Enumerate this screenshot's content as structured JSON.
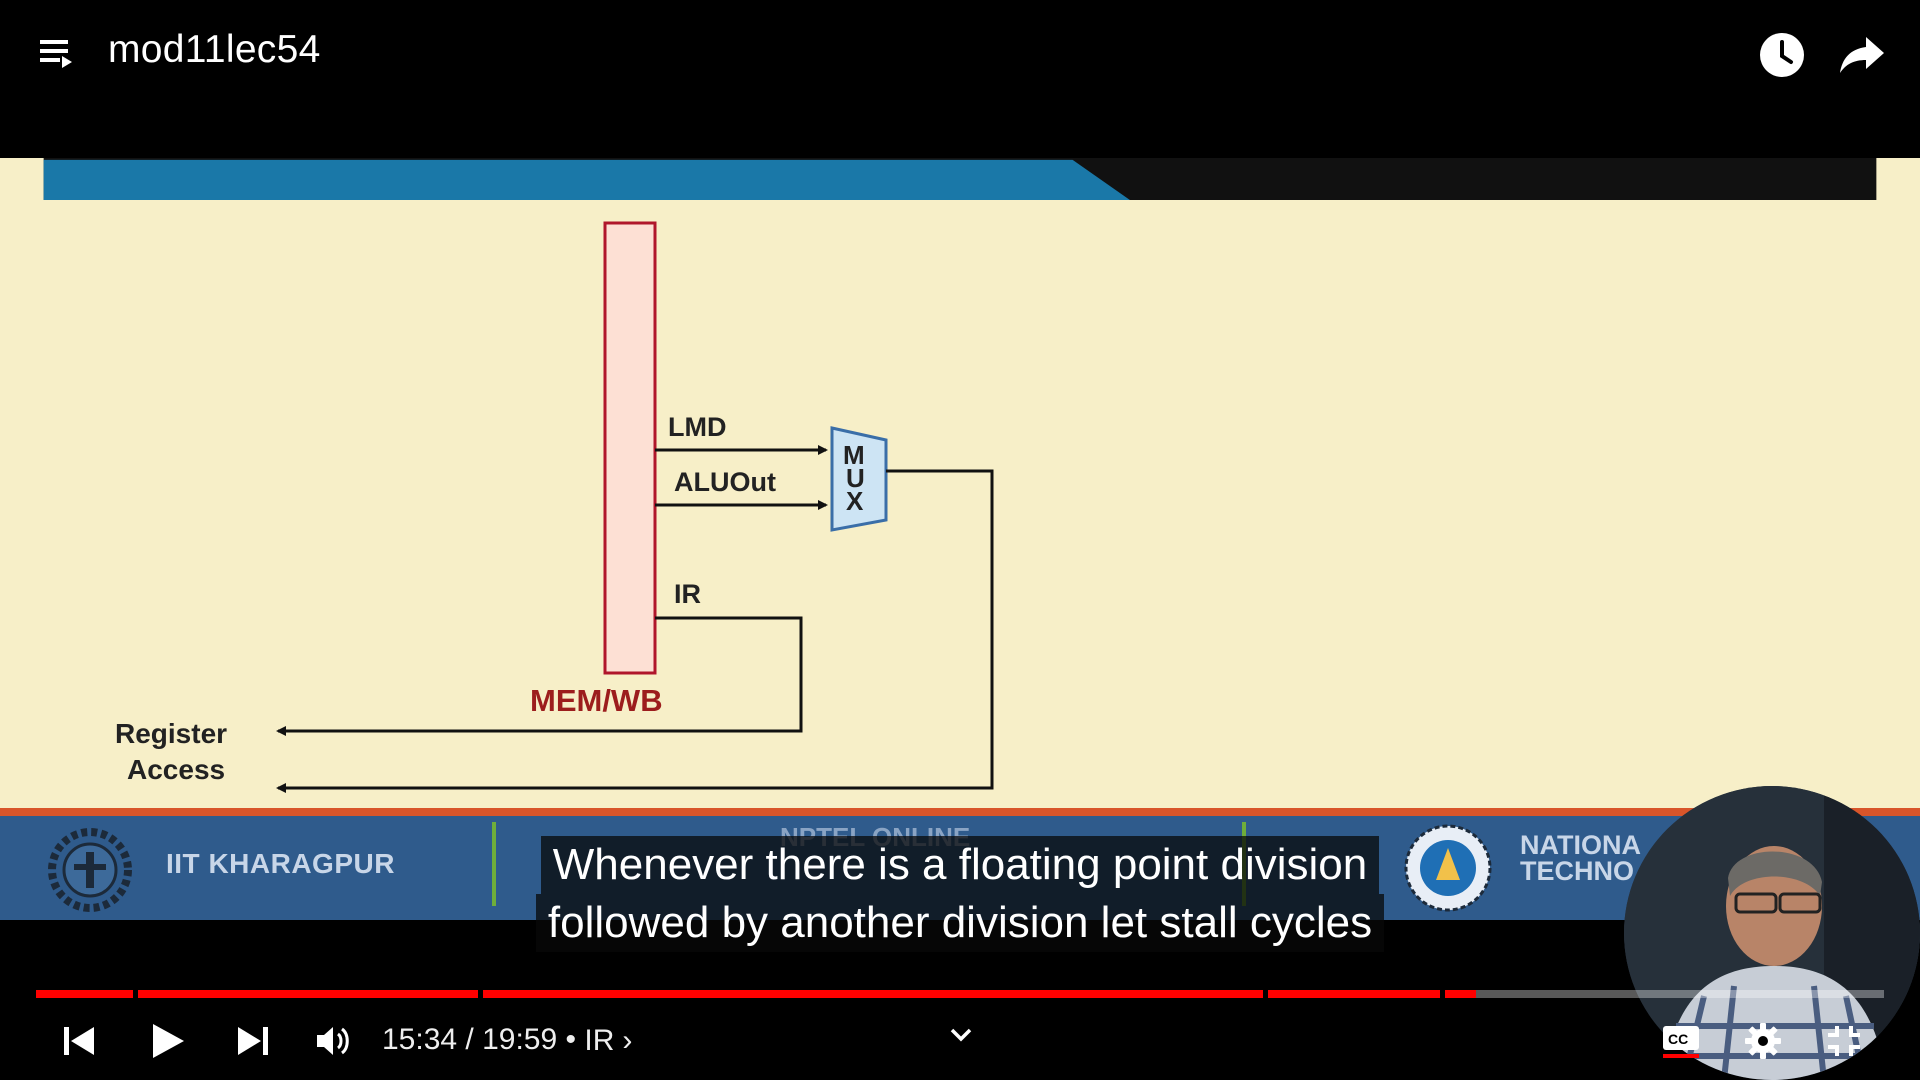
{
  "header": {
    "title": "mod11lec54"
  },
  "slide": {
    "labels": {
      "lmd": "LMD",
      "aluout": "ALUOut",
      "ir": "IR",
      "mux_m": "M",
      "mux_u": "U",
      "mux_x": "X",
      "mem_wb": "MEM/WB",
      "register": "Register",
      "access": "Access"
    },
    "footer": {
      "iit": "IIT KHARAGPUR",
      "nptel": "NPTEL ONLINE",
      "national_1": "NATIONA",
      "national_2": "TECHNO"
    }
  },
  "captions": {
    "line1": "Whenever there is a floating point division",
    "line2": "followed by another division let stall cycles"
  },
  "player": {
    "current_time": "15:34",
    "separator": " / ",
    "duration": "19:59",
    "bullet": " • ",
    "chapter": "IR",
    "chapter_chevron": "›",
    "progress_fraction": 0.779
  },
  "icons": {
    "playlist": "playlist-icon",
    "watch_later": "clock-icon",
    "share": "share-icon",
    "previous": "skip-previous-icon",
    "play": "play-icon",
    "next": "skip-next-icon",
    "volume": "volume-icon",
    "expand": "chevron-down-icon",
    "captions": "closed-captions-icon",
    "settings": "gear-icon",
    "exit_fullscreen": "exit-fullscreen-icon"
  },
  "colors": {
    "slide_bg": "#f7efc8",
    "slide_band": "#1a78a8",
    "register_fill": "#fde0d4",
    "register_stroke": "#b0162b",
    "mux_fill": "#cde4f4",
    "label_red": "#9c1d1d",
    "progress_played": "#ff0000",
    "caption_bg": "rgba(8,8,8,0.75)"
  }
}
